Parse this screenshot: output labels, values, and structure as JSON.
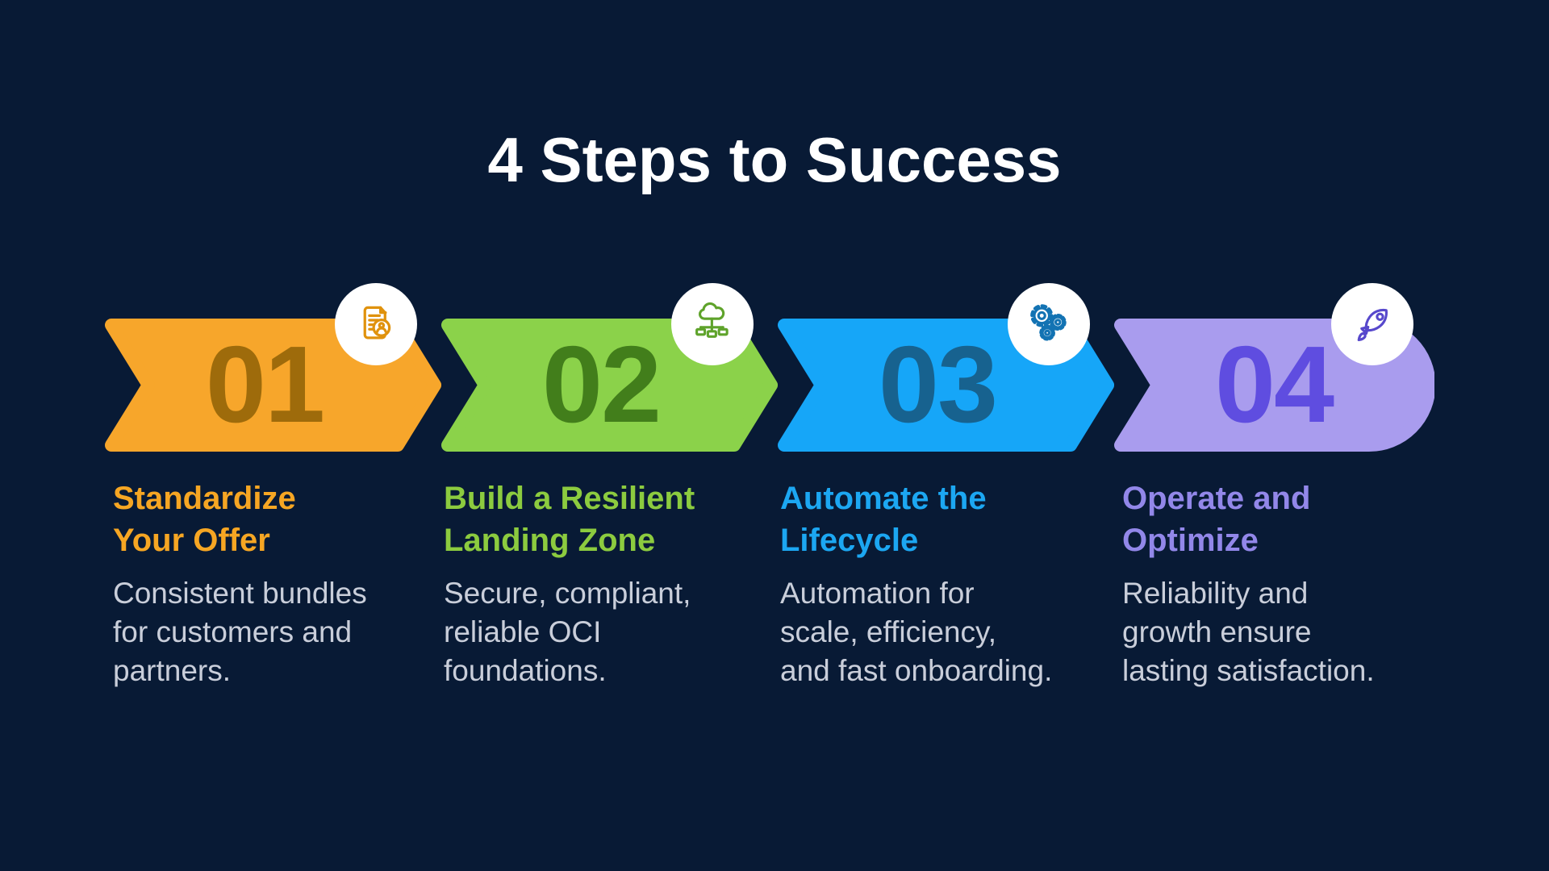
{
  "background_color": "#081A35",
  "title": "4 Steps to Success",
  "text_color": "#C9CEDA",
  "steps": [
    {
      "number": "01",
      "icon": "document-user-icon",
      "arrow_color": "#F7A62B",
      "number_color": "#9E6B0B",
      "title_color": "#F6A623",
      "icon_color": "#E0920D",
      "title_lines": [
        "Standardize",
        "Your Offer"
      ],
      "desc_lines": [
        "Consistent bundles",
        "for customers and",
        "partners."
      ]
    },
    {
      "number": "02",
      "icon": "cloud-network-icon",
      "arrow_color": "#8BD24A",
      "number_color": "#427E1B",
      "title_color": "#8CCB3F",
      "icon_color": "#5FA32B",
      "title_lines": [
        "Build a Resilient",
        "Landing Zone"
      ],
      "desc_lines": [
        "Secure, compliant,",
        "reliable OCI",
        "foundations."
      ]
    },
    {
      "number": "03",
      "icon": "gears-icon",
      "arrow_color": "#16A6F8",
      "number_color": "#17628F",
      "title_color": "#1CA7F2",
      "icon_color": "#1373B3",
      "title_lines": [
        "Automate the",
        "Lifecycle"
      ],
      "desc_lines": [
        "Automation for",
        "scale, efficiency,",
        "and fast onboarding."
      ]
    },
    {
      "number": "04",
      "icon": "rocket-icon",
      "arrow_color": "#A99CEE",
      "number_color": "#5F4DE0",
      "title_color": "#9287E9",
      "icon_color": "#5748CC",
      "title_lines": [
        "Operate and",
        "Optimize"
      ],
      "desc_lines": [
        "Reliability and",
        "growth ensure",
        "lasting satisfaction."
      ]
    }
  ]
}
